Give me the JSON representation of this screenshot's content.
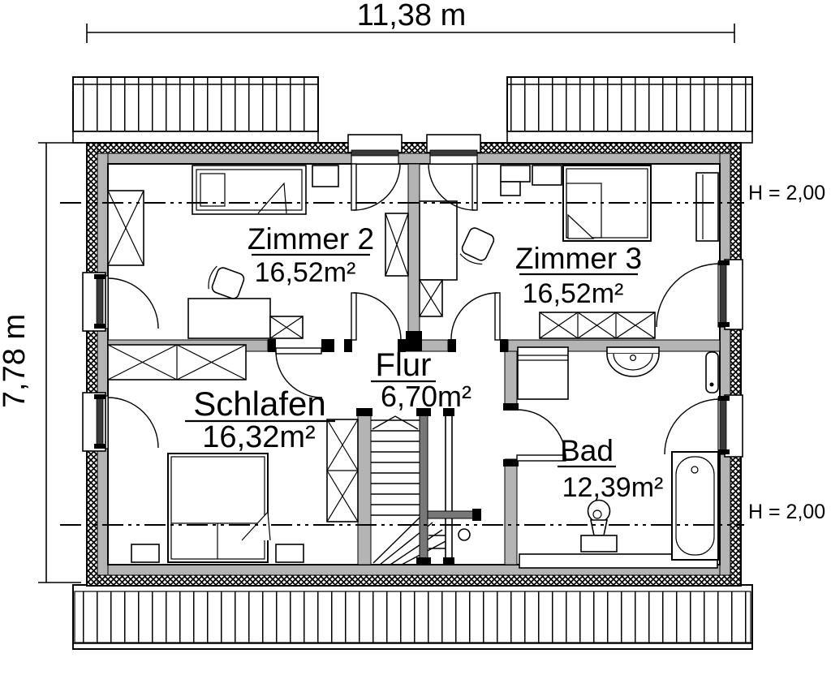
{
  "plan": {
    "title": "floor-plan-upper-storey",
    "dimensions": {
      "width_label": "11,38 m",
      "height_label": "7,78 m"
    },
    "height_notes": {
      "upper": "H = 2,00 m",
      "lower": "H = 2,00 m"
    },
    "rooms": [
      {
        "id": "zimmer2",
        "name": "Zimmer 2",
        "area": "16,52m²"
      },
      {
        "id": "zimmer3",
        "name": "Zimmer 3",
        "area": "16,52m²"
      },
      {
        "id": "schlafen",
        "name": "Schlafen",
        "area": "16,32m²"
      },
      {
        "id": "flur",
        "name": "Flur",
        "area": "6,70m²"
      },
      {
        "id": "bad",
        "name": "Bad",
        "area": "12,39m²"
      }
    ],
    "colors": {
      "background": "#ffffff",
      "wall_fill": "#b4b4b4",
      "line": "#000000",
      "railing": "#787878"
    }
  }
}
